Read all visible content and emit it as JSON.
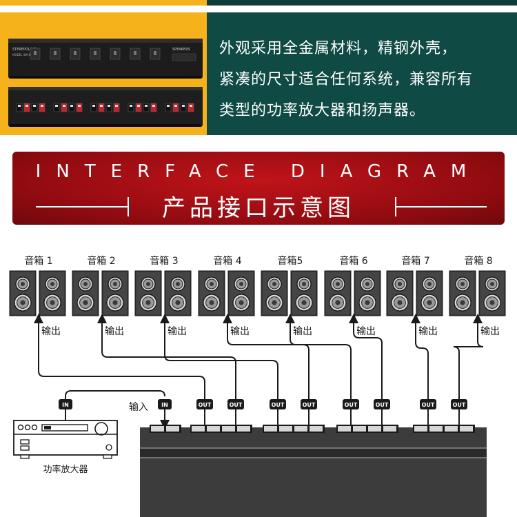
{
  "colors": {
    "photo_bg": "#f6b21a",
    "text_bg": "#0f4a44",
    "banner": "#a70f15",
    "device_body": "#3a3a3a",
    "wire": "#1a1a1a"
  },
  "description": {
    "lines": [
      "外观采用全金属材料，精钢外壳，",
      "紧凑的尺寸适合任何系统，兼容所有",
      "类型的功率放大器和扬声器。"
    ]
  },
  "banner": {
    "title": "INTERFACE DIAGRAM",
    "subtitle": "产品接口示意图"
  },
  "diagram": {
    "speakers": [
      {
        "label": "音箱 1",
        "output_label": "输出"
      },
      {
        "label": "音箱 2",
        "output_label": "输出"
      },
      {
        "label": "音箱 3",
        "output_label": "输出"
      },
      {
        "label": "音箱 4",
        "output_label": "输出"
      },
      {
        "label": "音箱5",
        "output_label": "输出"
      },
      {
        "label": "音箱 6",
        "output_label": "输出"
      },
      {
        "label": "音箱 7",
        "output_label": "输出"
      },
      {
        "label": "音箱 8",
        "output_label": "输出"
      }
    ],
    "amp_in_tag": "IN",
    "switch_in_tag": "IN",
    "out_tag": "OUT",
    "input_label": "输入",
    "amplifier_label": "功率放大器"
  },
  "device_photos": [
    {
      "brand_text": "STEREPOLOGY",
      "model_text": "MODEL SW-8",
      "right_text": "SPEAKERS"
    },
    {
      "brand_text": "",
      "model_text": "",
      "right_text": ""
    }
  ]
}
